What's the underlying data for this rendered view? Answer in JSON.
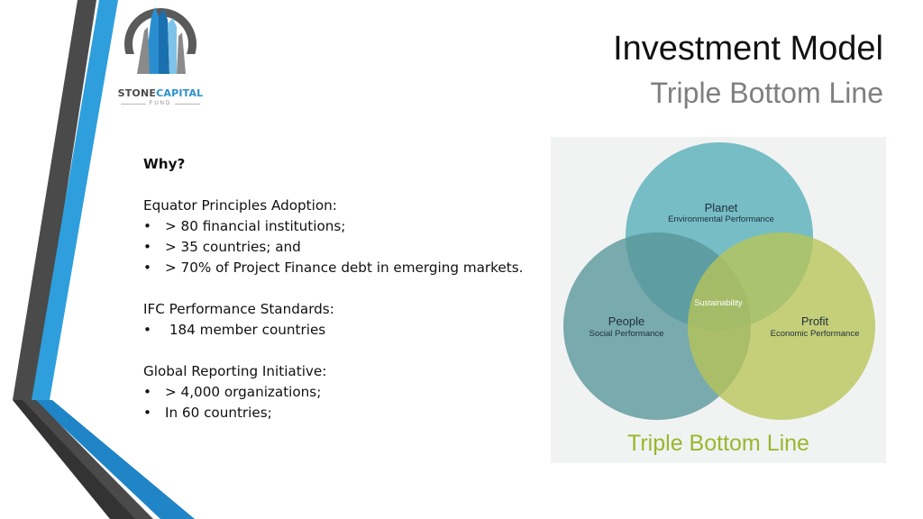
{
  "slide": {
    "title": "Investment Model",
    "subtitle": "Triple Bottom Line"
  },
  "logo": {
    "name_part1": "STONE",
    "name_part2": "CAPITAL",
    "tagline": "FUND",
    "brand_color": "#2a8fd0"
  },
  "content": {
    "heading": "Why?",
    "sections": [
      {
        "title": "Equator Principles Adoption:",
        "bullets": [
          "> 80 financial institutions;",
          "> 35 countries; and",
          "> 70% of Project Finance debt in emerging markets."
        ]
      },
      {
        "title": "IFC Performance Standards:",
        "bullets": [
          " 184 member countries"
        ]
      },
      {
        "title": "Global Reporting Initiative:",
        "bullets": [
          "> 4,000 organizations;",
          "In 60 countries;"
        ]
      }
    ],
    "bullet_char": "•"
  },
  "diagram": {
    "planet": {
      "label": "Planet",
      "sub": "Environmental Performance",
      "color": "#5bb1bb"
    },
    "people": {
      "label": "People",
      "sub": "Social Performance",
      "color": "#57959a"
    },
    "profit": {
      "label": "Profit",
      "sub": "Economic Performance",
      "color": "#b9c456"
    },
    "center": "Sustainability",
    "caption": "Triple Bottom Line"
  }
}
